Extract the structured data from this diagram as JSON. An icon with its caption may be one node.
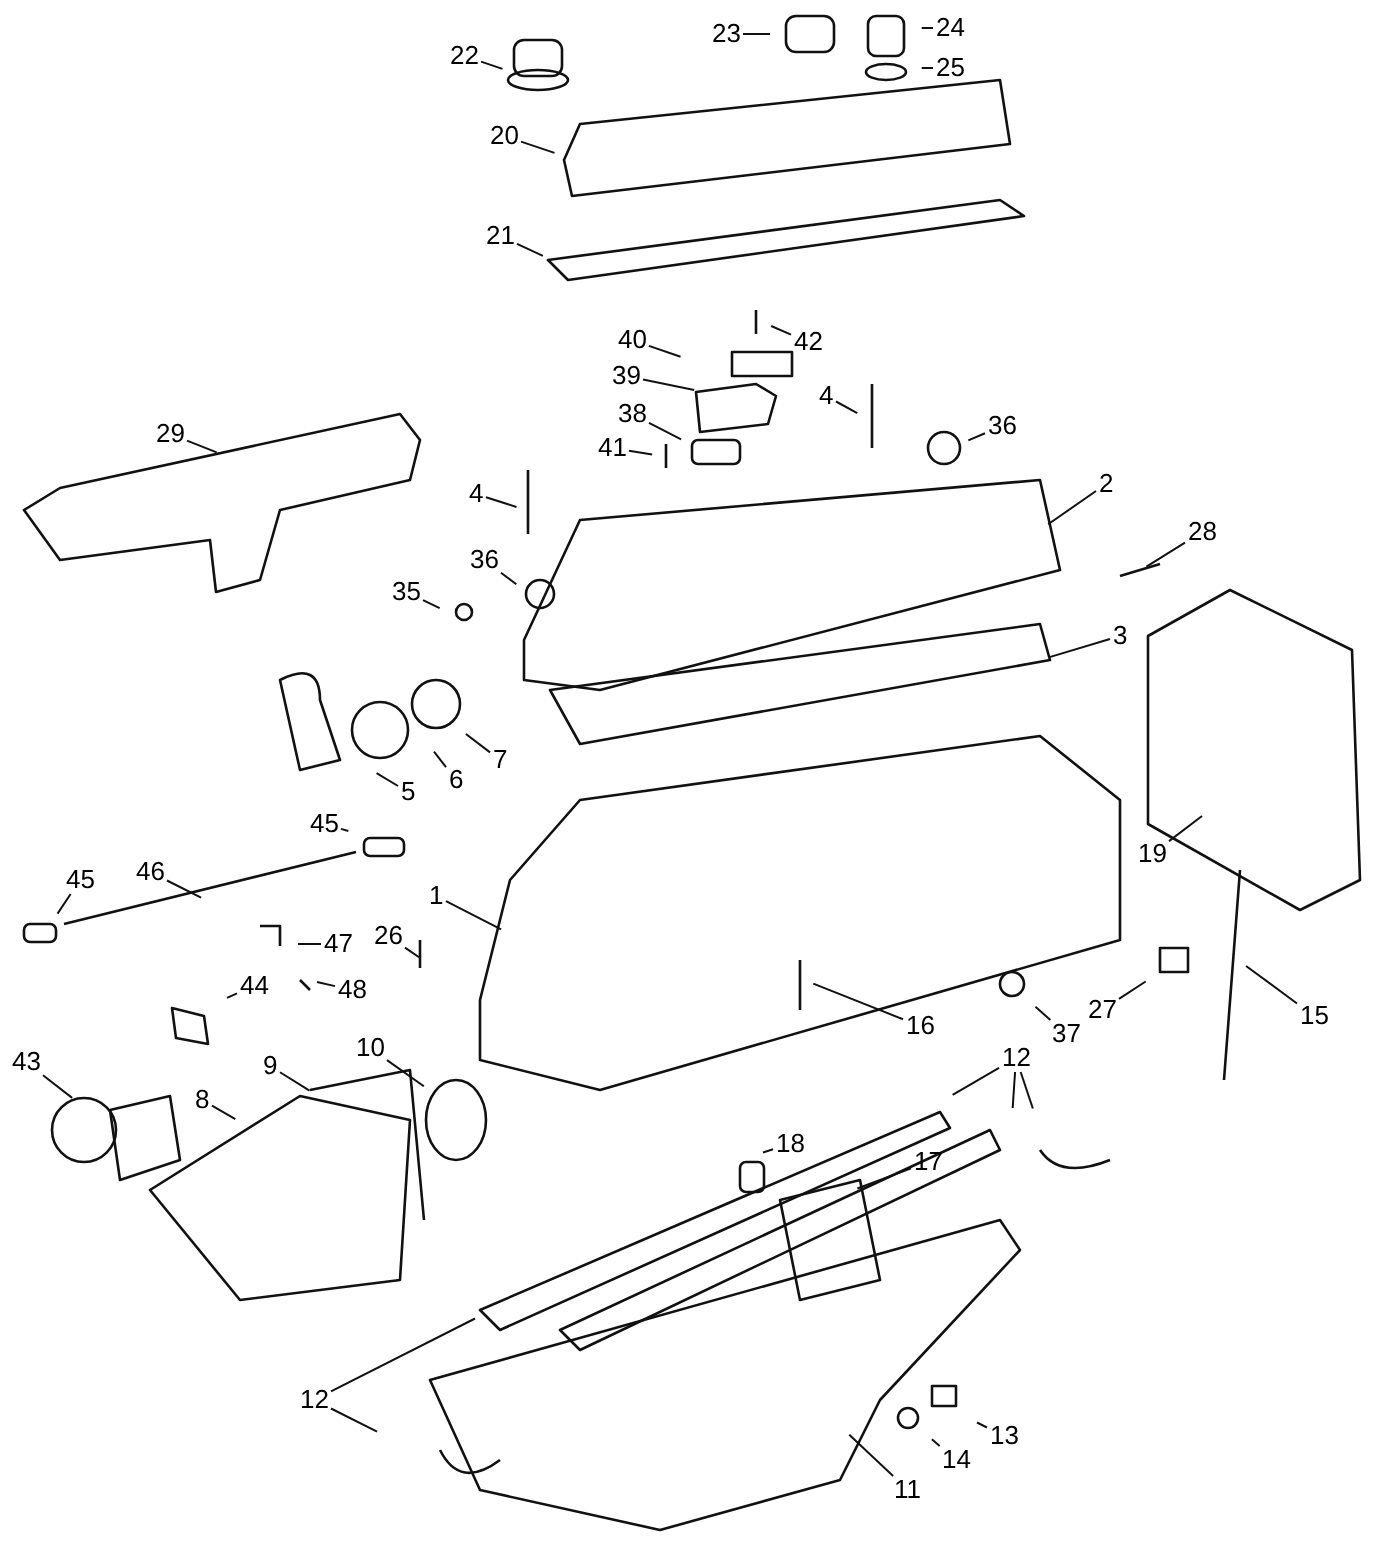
{
  "diagram": {
    "nodes": [
      {
        "text": [
          "22"
        ]
      },
      {
        "text": [
          "23"
        ]
      },
      {
        "text": [
          "24"
        ]
      },
      {
        "text": [
          "25"
        ]
      },
      {
        "text": [
          "20"
        ]
      },
      {
        "text": [
          "21"
        ]
      },
      {
        "text": [
          "42"
        ]
      },
      {
        "text": [
          "40"
        ]
      },
      {
        "text": [
          "39"
        ]
      },
      {
        "text": [
          "4"
        ]
      },
      {
        "text": [
          "36"
        ]
      },
      {
        "text": [
          "38"
        ]
      },
      {
        "text": [
          "41"
        ]
      },
      {
        "text": [
          "29"
        ]
      },
      {
        "text": [
          "4"
        ]
      },
      {
        "text": [
          "2"
        ]
      },
      {
        "text": [
          "28"
        ]
      },
      {
        "text": [
          "36"
        ]
      },
      {
        "text": [
          "35"
        ]
      },
      {
        "text": [
          "3"
        ]
      },
      {
        "text": [
          "7"
        ]
      },
      {
        "text": [
          "5"
        ]
      },
      {
        "text": [
          "6"
        ]
      },
      {
        "text": [
          "19"
        ]
      },
      {
        "text": [
          "45"
        ]
      },
      {
        "text": [
          "45"
        ]
      },
      {
        "text": [
          "46"
        ]
      },
      {
        "text": [
          "1"
        ]
      },
      {
        "text": [
          "47"
        ]
      },
      {
        "text": [
          "26"
        ]
      },
      {
        "text": [
          "48"
        ]
      },
      {
        "text": [
          "44"
        ]
      },
      {
        "text": [
          "16"
        ]
      },
      {
        "text": [
          "37"
        ]
      },
      {
        "text": [
          "27"
        ]
      },
      {
        "text": [
          "15"
        ]
      },
      {
        "text": [
          "43"
        ]
      },
      {
        "text": [
          "9"
        ]
      },
      {
        "text": [
          "10"
        ]
      },
      {
        "text": [
          "8"
        ]
      },
      {
        "text": [
          "12"
        ]
      },
      {
        "text": [
          "18"
        ]
      },
      {
        "text": [
          "17"
        ]
      },
      {
        "text": [
          "12"
        ]
      },
      {
        "text": [
          "13"
        ]
      },
      {
        "text": [
          "14"
        ]
      },
      {
        "text": [
          "11"
        ]
      }
    ],
    "edges": [
      {
        "from": 0,
        "to": null,
        "arrow": "none"
      },
      {
        "from": 1,
        "to": null,
        "arrow": "none"
      },
      {
        "from": 2,
        "to": null,
        "arrow": "none"
      },
      {
        "from": 3,
        "to": null,
        "arrow": "none"
      },
      {
        "from": 4,
        "to": null,
        "arrow": "none"
      },
      {
        "from": 5,
        "to": null,
        "arrow": "none"
      },
      {
        "from": 6,
        "to": null,
        "arrow": "none"
      },
      {
        "from": 7,
        "to": null,
        "arrow": "none"
      },
      {
        "from": 8,
        "to": null,
        "arrow": "none"
      },
      {
        "from": 9,
        "to": null,
        "arrow": "none"
      },
      {
        "from": 10,
        "to": null,
        "arrow": "none"
      },
      {
        "from": 11,
        "to": null,
        "arrow": "none"
      },
      {
        "from": 12,
        "to": null,
        "arrow": "none"
      },
      {
        "from": 13,
        "to": null,
        "arrow": "none"
      },
      {
        "from": 14,
        "to": null,
        "arrow": "none"
      },
      {
        "from": 15,
        "to": null,
        "arrow": "none"
      },
      {
        "from": 16,
        "to": null,
        "arrow": "none"
      },
      {
        "from": 17,
        "to": null,
        "arrow": "none"
      },
      {
        "from": 18,
        "to": null,
        "arrow": "none"
      },
      {
        "from": 19,
        "to": null,
        "arrow": "none"
      },
      {
        "from": 20,
        "to": null,
        "arrow": "none"
      },
      {
        "from": 21,
        "to": null,
        "arrow": "none"
      },
      {
        "from": 22,
        "to": null,
        "arrow": "none"
      },
      {
        "from": 23,
        "to": null,
        "arrow": "none"
      },
      {
        "from": 24,
        "to": null,
        "arrow": "none"
      },
      {
        "from": 25,
        "to": null,
        "arrow": "none"
      },
      {
        "from": 26,
        "to": null,
        "arrow": "none"
      },
      {
        "from": 27,
        "to": null,
        "arrow": "none"
      },
      {
        "from": 28,
        "to": null,
        "arrow": "none"
      },
      {
        "from": 29,
        "to": null,
        "arrow": "none"
      },
      {
        "from": 30,
        "to": null,
        "arrow": "none"
      },
      {
        "from": 31,
        "to": null,
        "arrow": "none"
      },
      {
        "from": 32,
        "to": null,
        "arrow": "none"
      },
      {
        "from": 33,
        "to": null,
        "arrow": "none"
      },
      {
        "from": 34,
        "to": null,
        "arrow": "none"
      },
      {
        "from": 35,
        "to": null,
        "arrow": "none"
      },
      {
        "from": 36,
        "to": null,
        "arrow": "none"
      },
      {
        "from": 37,
        "to": null,
        "arrow": "none"
      },
      {
        "from": 38,
        "to": null,
        "arrow": "none"
      },
      {
        "from": 39,
        "to": null,
        "arrow": "none"
      },
      {
        "from": 40,
        "to": null,
        "arrow": "none"
      },
      {
        "from": 40,
        "to": null,
        "arrow": "none"
      },
      {
        "from": 40,
        "to": null,
        "arrow": "none"
      },
      {
        "from": 41,
        "to": null,
        "arrow": "none"
      },
      {
        "from": 42,
        "to": null,
        "arrow": "none"
      },
      {
        "from": 43,
        "to": null,
        "arrow": "none"
      },
      {
        "from": 43,
        "to": null,
        "arrow": "none"
      },
      {
        "from": 44,
        "to": null,
        "arrow": "none"
      },
      {
        "from": 45,
        "to": null,
        "arrow": "none"
      },
      {
        "from": 46,
        "to": null,
        "arrow": "none"
      }
    ]
  }
}
